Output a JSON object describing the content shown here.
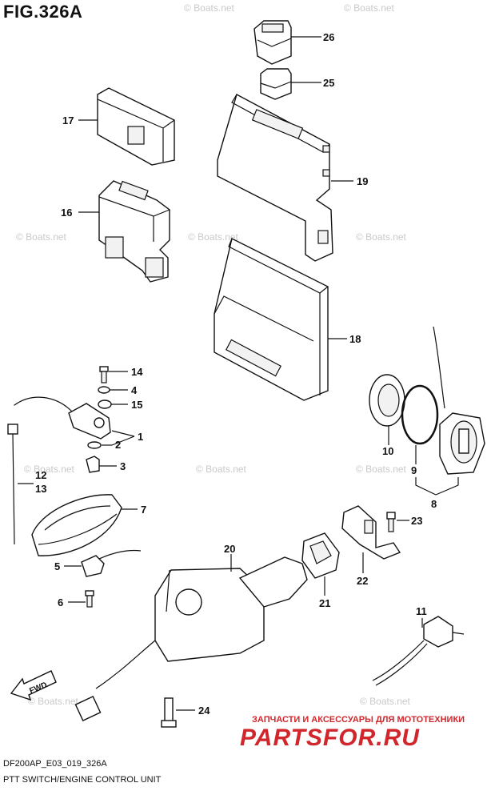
{
  "figure": {
    "title": "FIG.326A",
    "doc_code": "DF200AP_E03_019_326A",
    "name": "PTT SWITCH/ENGINE CONTROL UNIT",
    "watermark": "© Boats.net",
    "fwd_label": "FWD"
  },
  "advert": {
    "line": "ЗАПЧАСТИ И АКСЕССУАРЫ ДЛЯ МОТОТЕХНИКИ",
    "brand": "PARTSFOR.RU",
    "color": "#d0262c"
  },
  "callouts": [
    {
      "num": "26"
    },
    {
      "num": "25"
    },
    {
      "num": "17"
    },
    {
      "num": "19"
    },
    {
      "num": "16"
    },
    {
      "num": "18"
    },
    {
      "num": "14"
    },
    {
      "num": "4"
    },
    {
      "num": "15"
    },
    {
      "num": "1"
    },
    {
      "num": "2"
    },
    {
      "num": "3"
    },
    {
      "num": "12"
    },
    {
      "num": "13"
    },
    {
      "num": "7"
    },
    {
      "num": "10"
    },
    {
      "num": "9"
    },
    {
      "num": "8"
    },
    {
      "num": "23"
    },
    {
      "num": "5"
    },
    {
      "num": "20"
    },
    {
      "num": "22"
    },
    {
      "num": "6"
    },
    {
      "num": "21"
    },
    {
      "num": "11"
    },
    {
      "num": "24"
    }
  ]
}
